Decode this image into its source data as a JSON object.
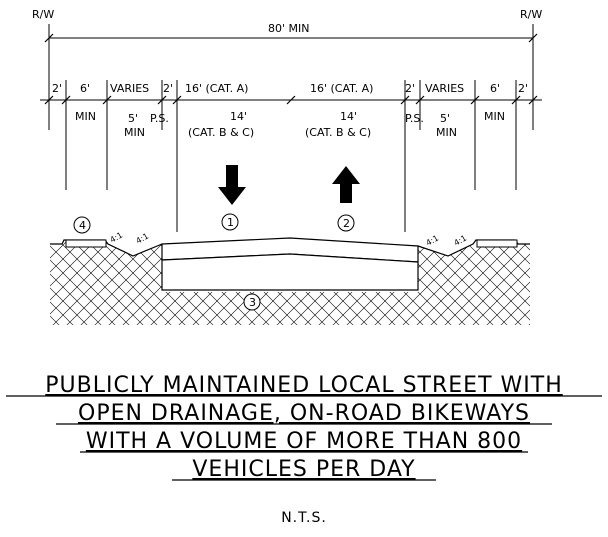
{
  "row_of_way": {
    "left": "R/W",
    "right": "R/W"
  },
  "overall_width": "80' MIN",
  "dimensions_top": {
    "left_2a": "2'",
    "left_6": "6'",
    "left_varies": "VARIES",
    "left_2b": "2'",
    "lane_left": "16' (CAT. A)",
    "lane_right": "16' (CAT. A)",
    "right_2b": "2'",
    "right_varies": "VARIES",
    "right_6": "6'",
    "right_2a": "2'"
  },
  "dimensions_bottom": {
    "left_min": "MIN",
    "left_5": "5'",
    "left_5_min": "MIN",
    "left_ps": "P.S.",
    "lane_left_14": "14'",
    "lane_left_cat": "(CAT. B & C)",
    "lane_right_14": "14'",
    "lane_right_cat": "(CAT. B & C)",
    "right_ps": "P.S.",
    "right_5": "5'",
    "right_5_min": "MIN",
    "right_min": "MIN"
  },
  "callouts": {
    "c1": "1",
    "c2": "2",
    "c3": "3",
    "c4": "4"
  },
  "slopes": {
    "s1": "4:1",
    "s2": "4:1",
    "s3": "4:1",
    "s4": "4:1"
  },
  "title": {
    "line1": "PUBLICLY MAINTAINED LOCAL STREET WITH",
    "line2": "OPEN DRAINAGE, ON-ROAD BIKEWAYS",
    "line3": "WITH A VOLUME OF MORE THAN 800",
    "line4": "VEHICLES PER DAY"
  },
  "scale_note": "N.T.S."
}
